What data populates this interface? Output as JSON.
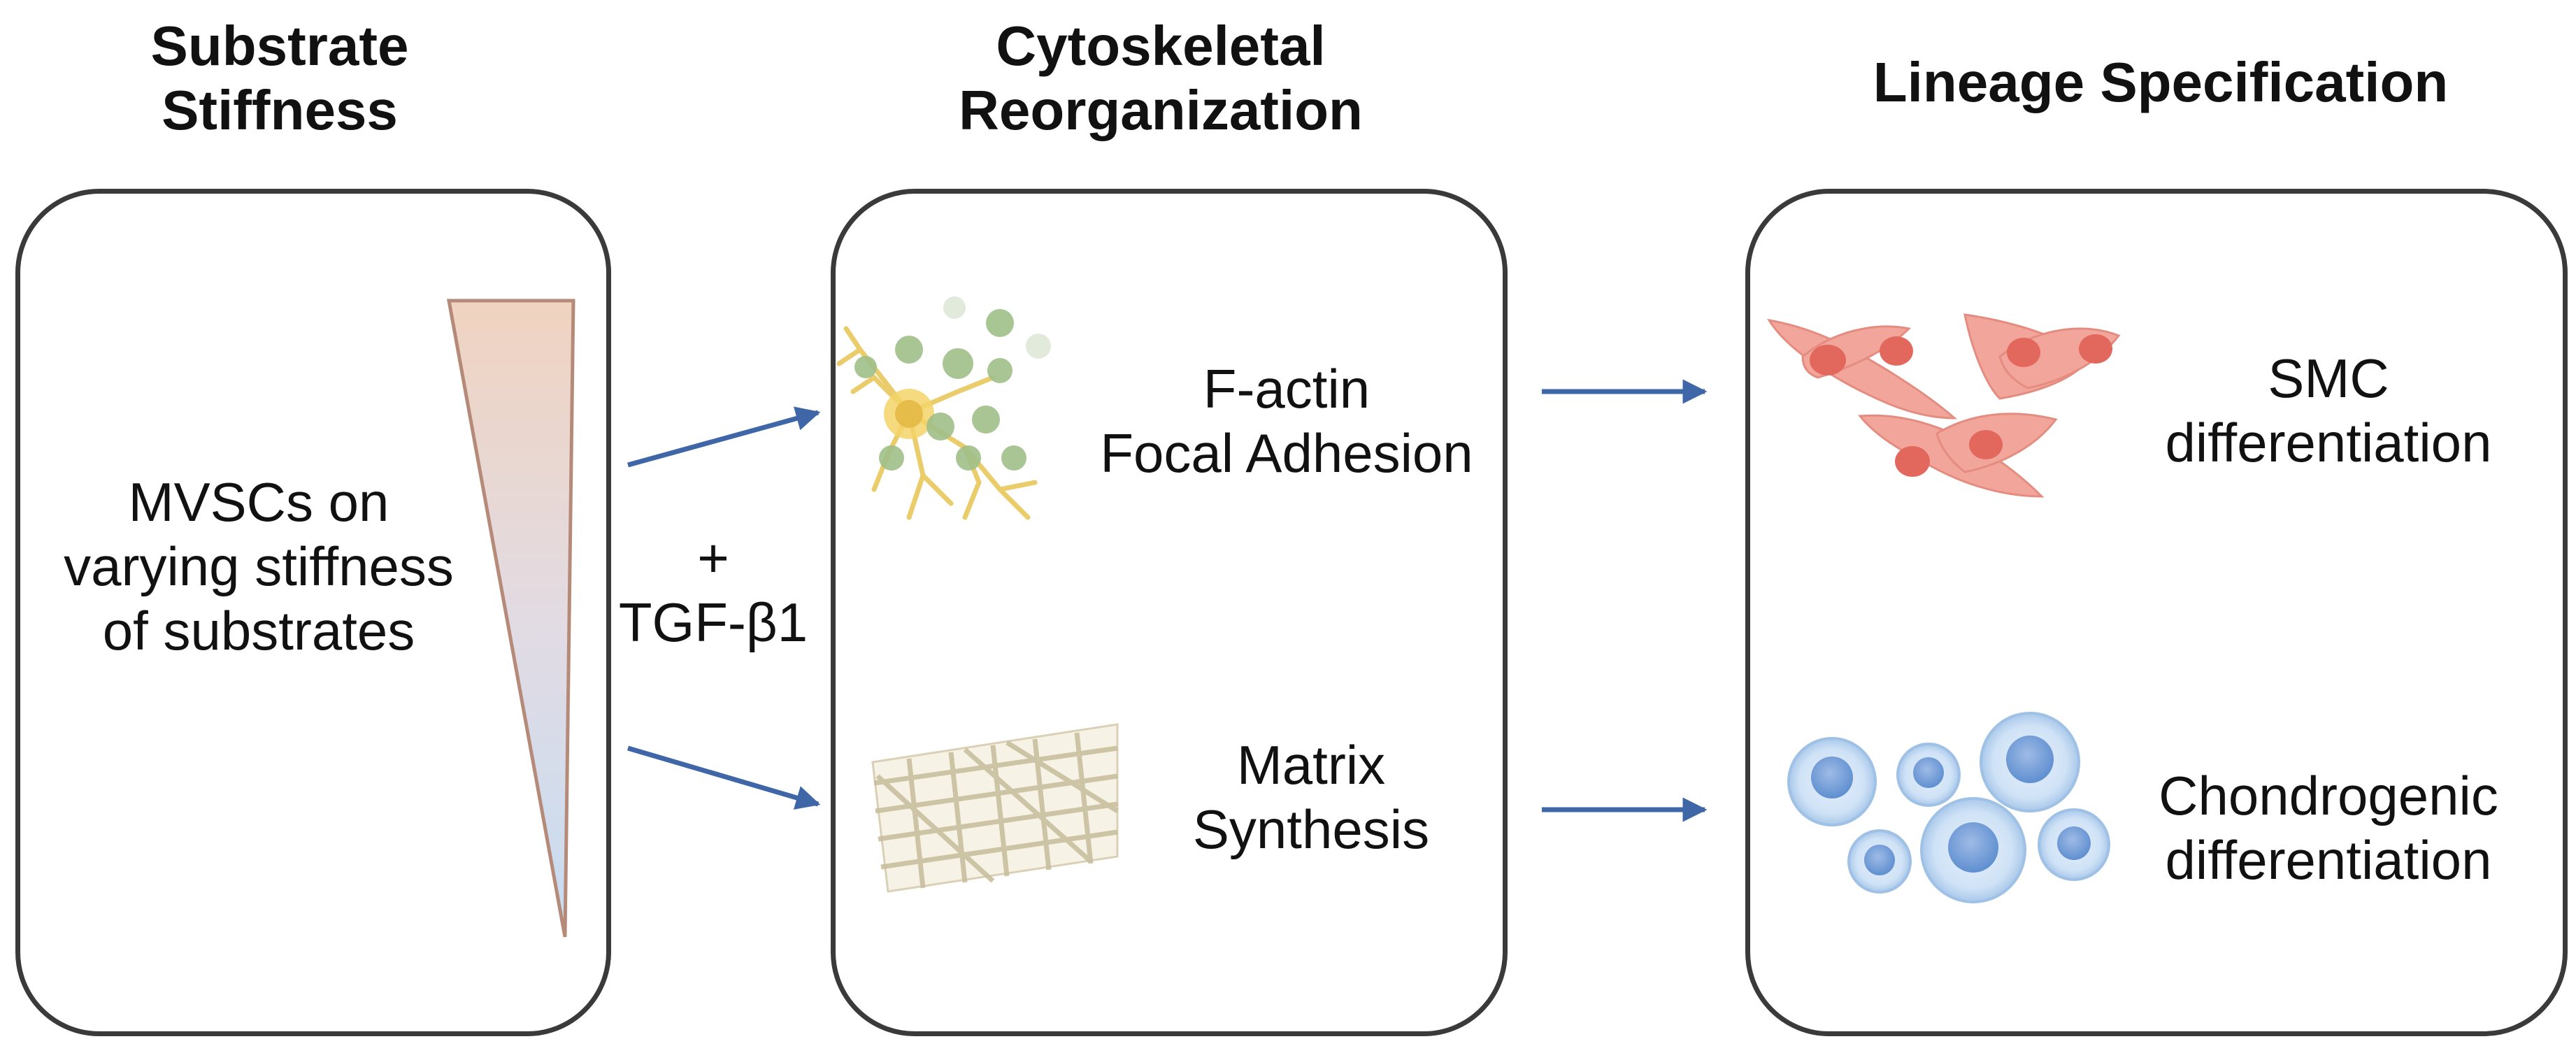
{
  "headings": {
    "col1_line1": "Substrate",
    "col1_line2": "Stiffness",
    "col2_line1": "Cytoskeletal",
    "col2_line2": "Reorganization",
    "col3": "Lineage Specification"
  },
  "panel1": {
    "line1": "MVSCs on",
    "line2": "varying stiffness",
    "line3": "of substrates"
  },
  "treatment": {
    "plus": "+",
    "agent": "TGF-β1"
  },
  "panel2": {
    "top_line1": "F-actin",
    "top_line2": "Focal Adhesion",
    "bottom_line1": "Matrix",
    "bottom_line2": "Synthesis"
  },
  "panel3": {
    "top_line1": "SMC",
    "top_line2": "differentiation",
    "bottom_line1": "Chondrogenic",
    "bottom_line2": "differentiation"
  },
  "colors": {
    "arrow": "#3f67a8",
    "smc_cell": "#f2a59b",
    "smc_nucleus": "#e2675d",
    "chondro_cell": "#cfe2f6",
    "chondro_nucleus": "#5f8fd0",
    "wedge_top": "#f0d3c0",
    "wedge_bottom": "#c6dcf2",
    "fibre": "#cfc6a8",
    "actin": "#e8c85a",
    "adhesion_dot": "#9fbf88"
  }
}
